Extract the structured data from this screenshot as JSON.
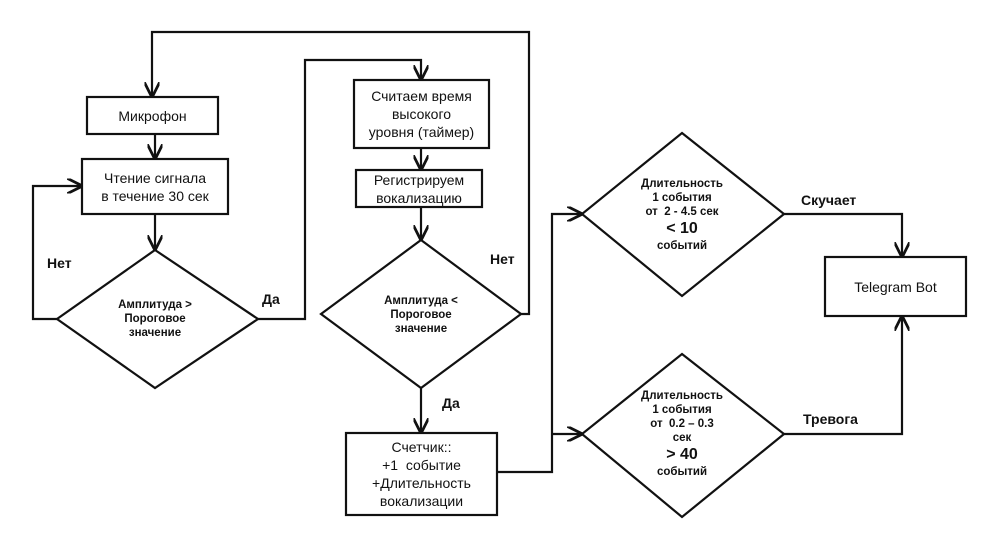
{
  "boxes": {
    "microphone": "Микрофон",
    "read_signal": [
      "Чтение сигнала",
      "в течение 30 сек"
    ],
    "timer": [
      "Считаем время",
      "высокого",
      "уровня (таймер)"
    ],
    "register": [
      "Регистрируем",
      "вокализацию"
    ],
    "counter": [
      "Счетчик::",
      "+1  событие",
      "+Длительность",
      "вокализации"
    ],
    "telegram": "Telegram Bot"
  },
  "decisions": {
    "amp_gt": [
      "Амплитуда >",
      "Пороговое",
      "значение"
    ],
    "amp_lt": [
      "Амплитуда <",
      "Пороговое",
      "значение"
    ],
    "bored": {
      "lines": [
        "Длительность",
        "1 события",
        "от  2 - 4.5 сек"
      ],
      "count": "< 10",
      "unit": "событий"
    },
    "alarm": {
      "lines": [
        "Длительность",
        "1 события",
        "от  0.2 – 0.3",
        "сек"
      ],
      "count": "> 40",
      "unit": "событий"
    }
  },
  "labels": {
    "no_left": "Нет",
    "yes_left": "Да",
    "no_right": "Нет",
    "yes_down": "Да",
    "bored": "Скучает",
    "alarm": "Тревога"
  }
}
